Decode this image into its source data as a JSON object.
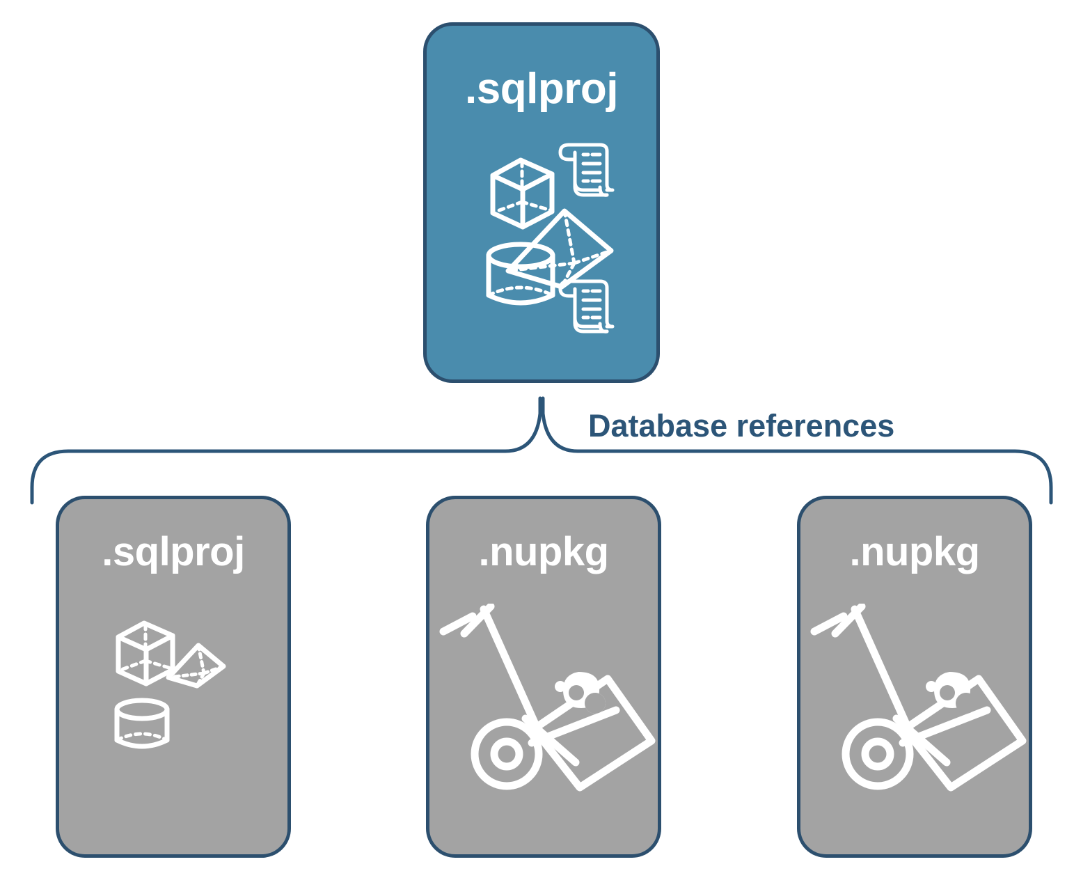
{
  "diagram": {
    "title_label": "Database references",
    "colors": {
      "accent_blue": "#4A8CAD",
      "gray": "#A3A3A3",
      "border_navy": "#2C4F6E",
      "label_navy": "#2C5578",
      "icon_white": "#FFFFFF",
      "background": "#FFFFFF"
    },
    "root": {
      "label": ".sqlproj",
      "fill": "blue",
      "icons": [
        "cube-3d-icon",
        "scroll-script-icon",
        "pyramid-3d-icon",
        "cylinder-3d-icon",
        "scroll-script-icon"
      ]
    },
    "references": [
      {
        "label": ".sqlproj",
        "fill": "gray",
        "icons": [
          "cube-3d-icon",
          "pyramid-3d-icon",
          "cylinder-3d-icon"
        ]
      },
      {
        "label": ".nupkg",
        "fill": "gray",
        "icons": [
          "nuget-hand-truck-icon"
        ]
      },
      {
        "label": ".nupkg",
        "fill": "gray",
        "icons": [
          "nuget-hand-truck-icon"
        ]
      }
    ]
  }
}
